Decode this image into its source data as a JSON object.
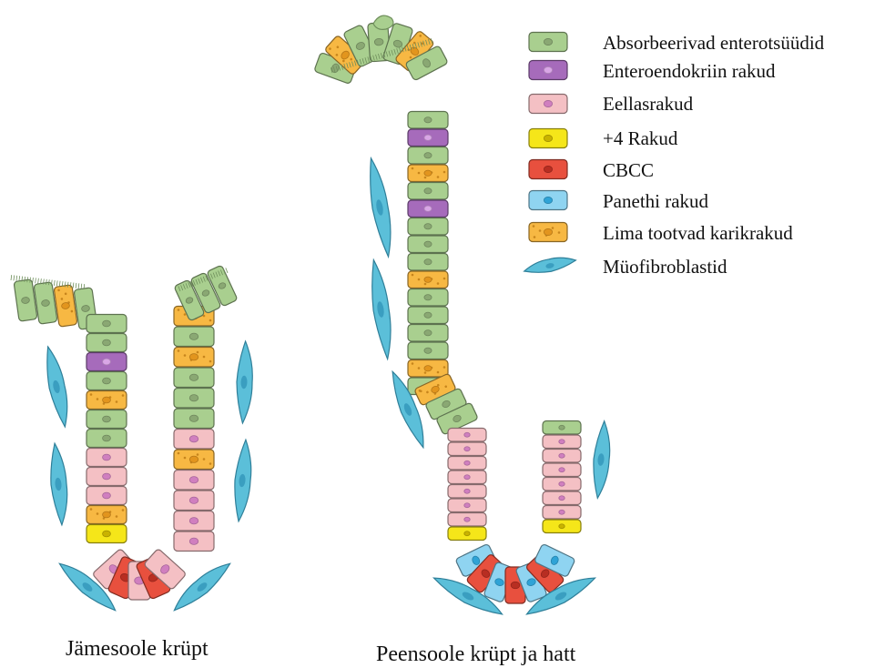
{
  "colors": {
    "absorptive": "#a9cf8f",
    "enteroendocrine": "#a66bbb",
    "progenitor": "#f4c0c4",
    "plus4": "#f5e619",
    "cbcc": "#e8503e",
    "paneth": "#8fd4f1",
    "goblet": "#f7b843",
    "myofibroblast": "#5bbfd9"
  },
  "legend": [
    {
      "key": "absorptive",
      "label": "Absorbeerivad enterotsüüdid",
      "icon": "absorptive-cell-icon"
    },
    {
      "key": "enteroendocrine",
      "label": "Enteroendokriin rakud",
      "icon": "enteroendocrine-cell-icon"
    },
    {
      "key": "progenitor",
      "label": "Eellasrakud",
      "icon": "progenitor-cell-icon"
    },
    {
      "key": "plus4",
      "label": "+4 Rakud",
      "icon": "plus4-cell-icon"
    },
    {
      "key": "cbcc",
      "label": "CBCC",
      "icon": "cbcc-cell-icon"
    },
    {
      "key": "paneth",
      "label": "Panethi rakud",
      "icon": "paneth-cell-icon"
    },
    {
      "key": "goblet",
      "label": "Lima tootvad karikrakud",
      "icon": "goblet-cell-icon"
    },
    {
      "key": "myofibroblast",
      "label": "Müofibroblastid",
      "icon": "myofibroblast-icon"
    }
  ],
  "captions": {
    "colon": "Jämesoole krüpt",
    "small_intestine": "Peensoole krüpt ja hatt"
  },
  "colon_crypt": {
    "left_wall": [
      "absorptive",
      "absorptive",
      "enteroendocrine",
      "absorptive",
      "goblet",
      "absorptive",
      "absorptive",
      "progenitor",
      "progenitor",
      "progenitor",
      "goblet",
      "plus4"
    ],
    "bottom": [
      "progenitor",
      "cbcc",
      "progenitor",
      "cbcc",
      "progenitor"
    ],
    "right_wall": [
      "goblet",
      "absorptive",
      "goblet",
      "absorptive",
      "absorptive",
      "absorptive",
      "progenitor",
      "goblet",
      "progenitor",
      "progenitor",
      "progenitor",
      "progenitor"
    ]
  },
  "small_crypt": {
    "villus_wall": [
      "absorptive",
      "enteroendocrine",
      "absorptive",
      "goblet",
      "absorptive",
      "enteroendocrine",
      "absorptive",
      "absorptive",
      "absorptive",
      "goblet",
      "absorptive",
      "absorptive",
      "absorptive",
      "absorptive",
      "goblet",
      "absorptive"
    ],
    "left_wall": [
      "progenitor",
      "progenitor",
      "progenitor",
      "progenitor",
      "progenitor",
      "progenitor",
      "progenitor",
      "plus4"
    ],
    "bottom": [
      "paneth",
      "cbcc",
      "paneth",
      "cbcc",
      "paneth",
      "cbcc",
      "paneth"
    ],
    "right_wall": [
      "plus4",
      "progenitor",
      "progenitor",
      "progenitor",
      "progenitor",
      "progenitor",
      "progenitor",
      "absorptive"
    ]
  }
}
